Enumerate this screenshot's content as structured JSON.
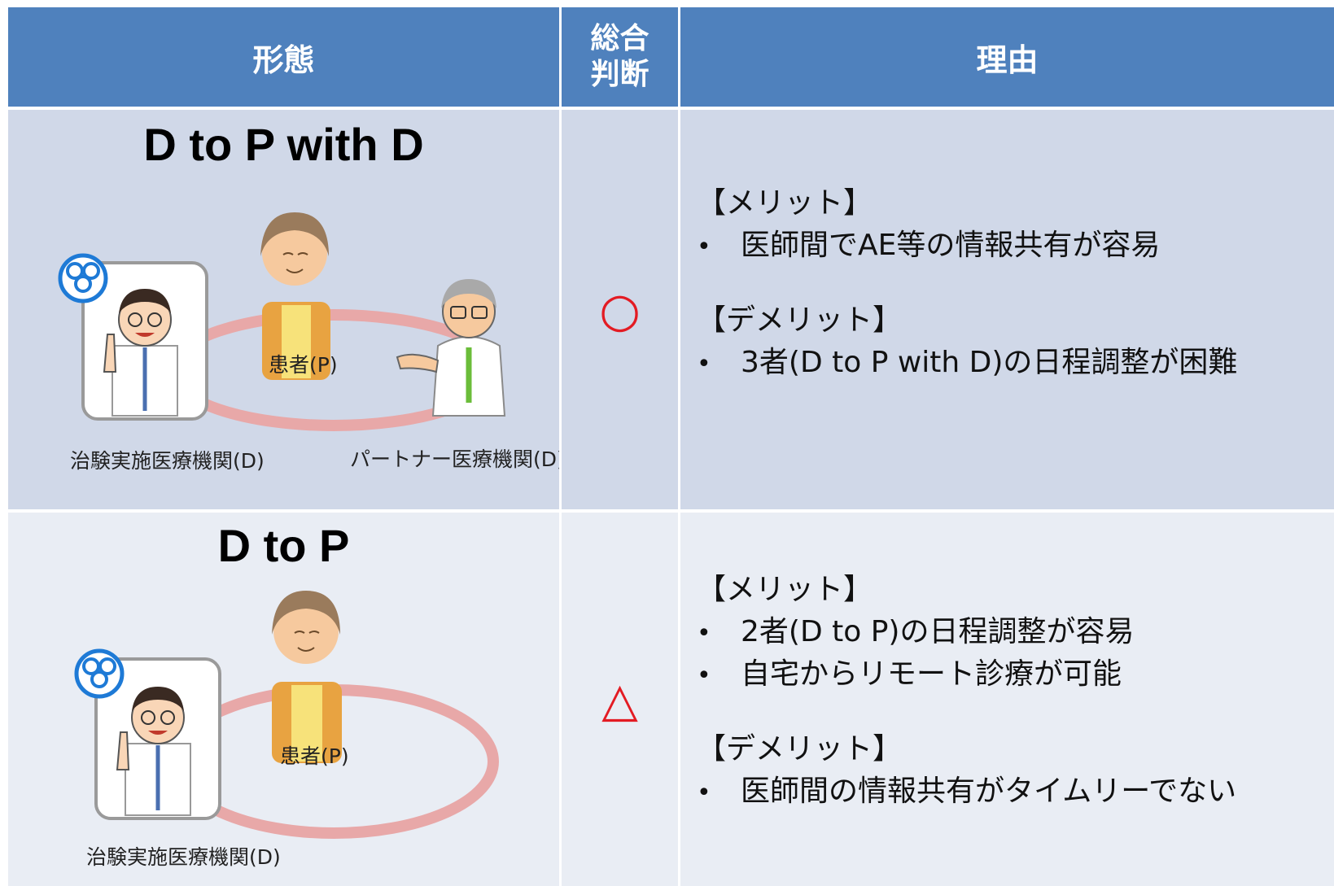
{
  "header": {
    "form": "形態",
    "judgment_line1": "総合",
    "judgment_line2": "判断",
    "reason": "理由"
  },
  "rows": [
    {
      "title": "D to P with D",
      "judgment": "○",
      "captions": {
        "patient": "患者(P)",
        "site": "治験実施医療機関(D)",
        "partner": "パートナー医療機関(D)"
      },
      "merit_head": "【メリット】",
      "merits": [
        "医師間でAE等の情報共有が容易"
      ],
      "demerit_head": "【デメリット】",
      "demerits": [
        "3者(D to P with D)の日程調整が困難"
      ]
    },
    {
      "title": "D to P",
      "judgment": "△",
      "captions": {
        "patient": "患者(P)",
        "site": "治験実施医療機関(D)"
      },
      "merit_head": "【メリット】",
      "merits": [
        "2者(D to P)の日程調整が容易",
        "自宅からリモート診療が可能"
      ],
      "demerit_head": "【デメリット】",
      "demerits": [
        "医師間の情報共有がタイムリーでない"
      ]
    }
  ],
  "colors": {
    "header_bg": "#4f81bd",
    "row1_bg": "#d0d8e8",
    "row2_bg": "#e9edf4",
    "mark": "#e31b23",
    "ring": "#e8a8a8"
  },
  "bullet": "•"
}
